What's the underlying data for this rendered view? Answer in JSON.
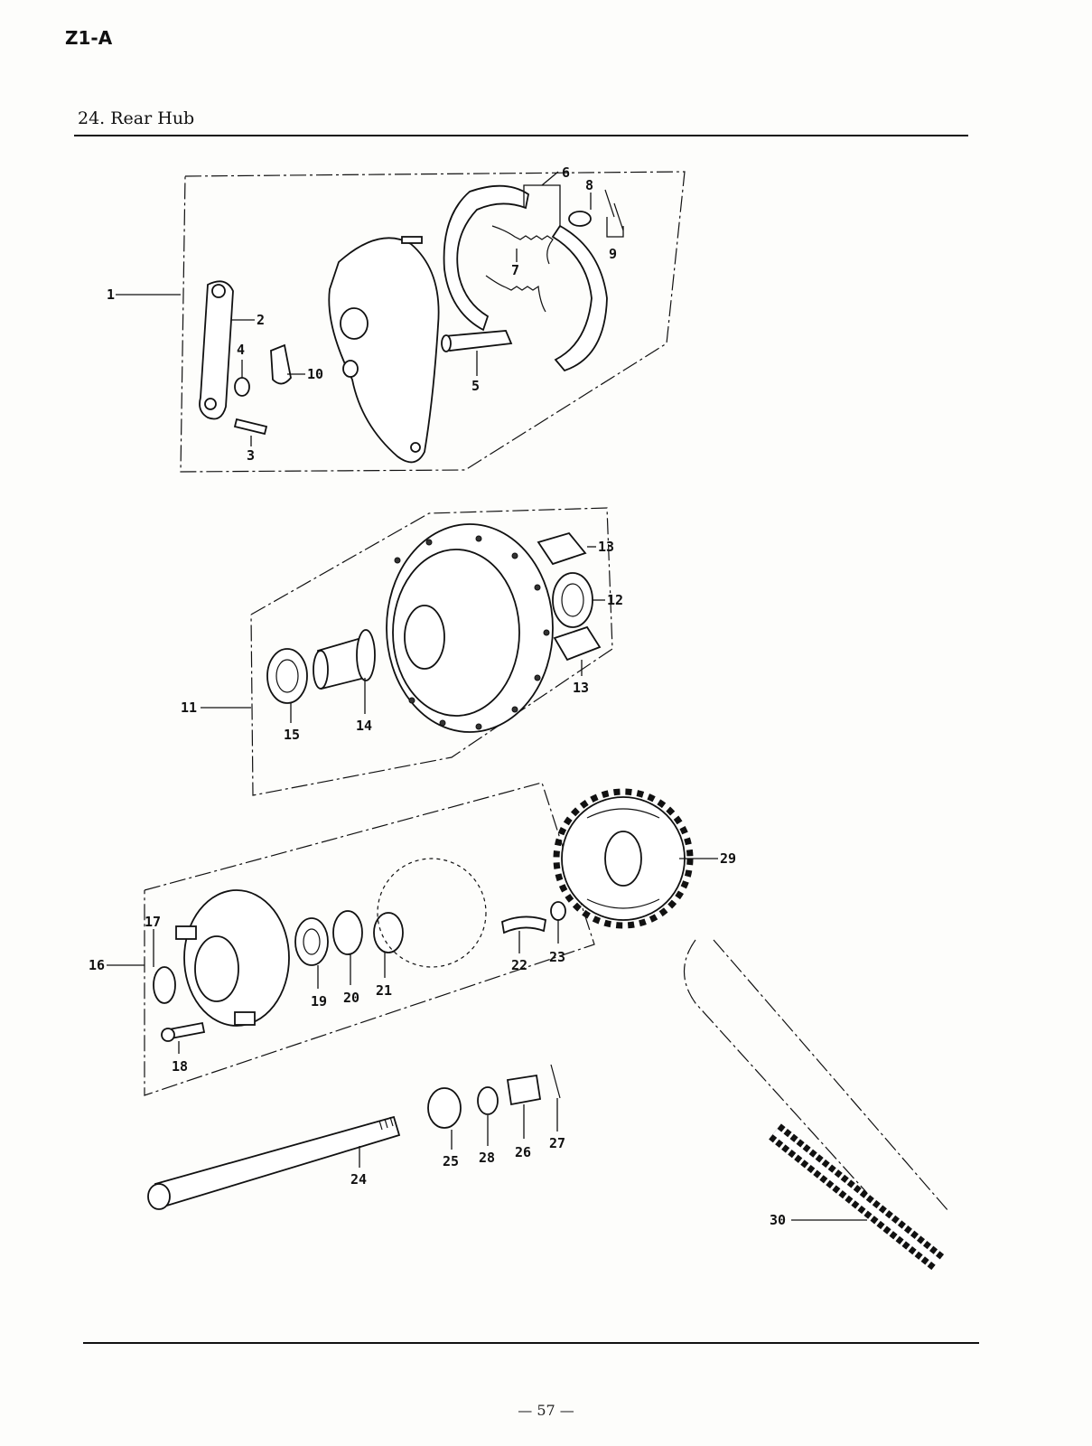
{
  "header": {
    "model_code": "Z1-A"
  },
  "section": {
    "title": "24. Rear Hub"
  },
  "footer": {
    "page_number": "— 57 —"
  },
  "diagram": {
    "callouts": [
      "1",
      "2",
      "3",
      "4",
      "5",
      "6",
      "7",
      "8",
      "9",
      "10",
      "11",
      "12",
      "13",
      "13",
      "14",
      "15",
      "16",
      "17",
      "18",
      "19",
      "20",
      "21",
      "22",
      "23",
      "24",
      "25",
      "26",
      "27",
      "28",
      "29",
      "30"
    ]
  }
}
